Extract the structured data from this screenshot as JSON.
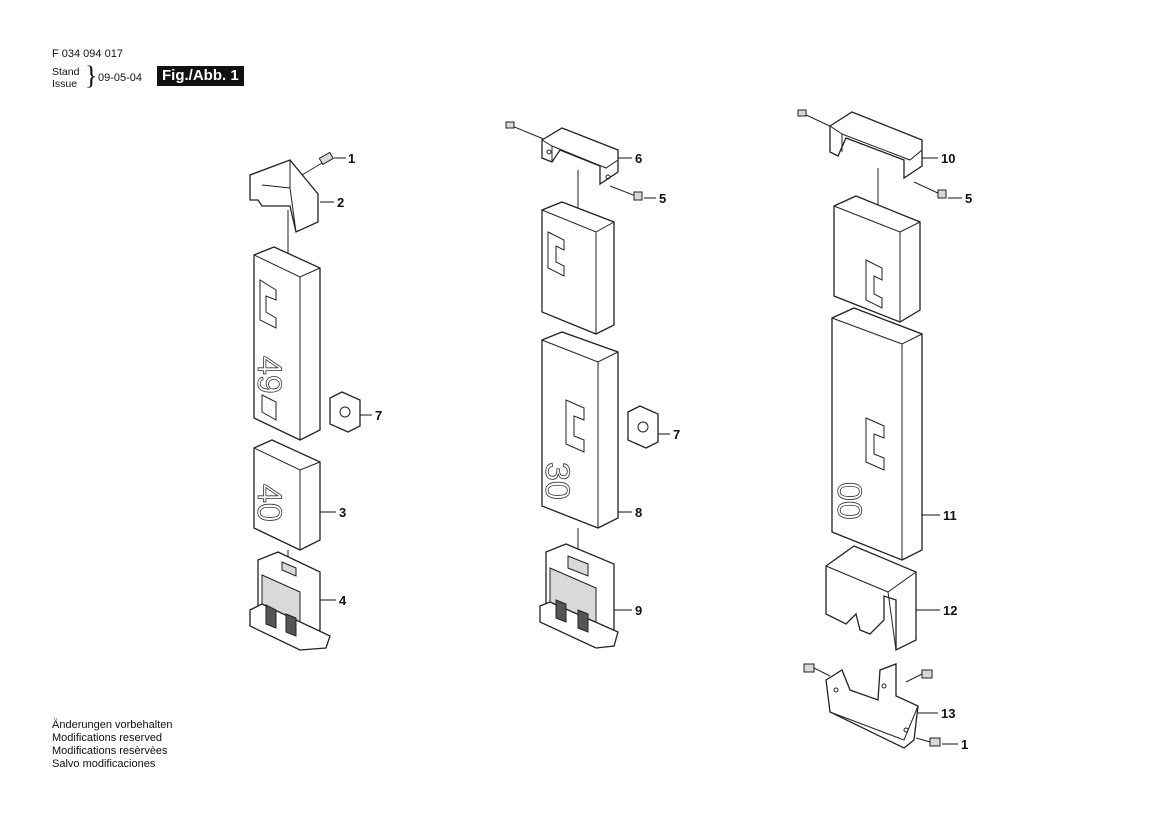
{
  "header": {
    "doc_number": "F 034 094 017",
    "stand_label": "Stand",
    "issue_label": "Issue",
    "date": "09-05-04",
    "figure_label": "Fig./Abb. 1"
  },
  "footer": {
    "line1": "Änderungen vorbehalten",
    "line2": "Modifications reserved",
    "line3": "Modifications resèrvèes",
    "line4": "Salvo modificaciones"
  },
  "callouts": {
    "c1a": "1",
    "c2": "2",
    "c7a": "7",
    "c3": "3",
    "c4": "4",
    "c6": "6",
    "c5a": "5",
    "c7b": "7",
    "c8": "8",
    "c9": "9",
    "c10": "10",
    "c5b": "5",
    "c11": "11",
    "c12": "12",
    "c13": "13",
    "c1b": "1"
  },
  "column_marks": {
    "a_top": "49",
    "a_mid": "40",
    "b_mid": "30",
    "c_mid": "00"
  }
}
